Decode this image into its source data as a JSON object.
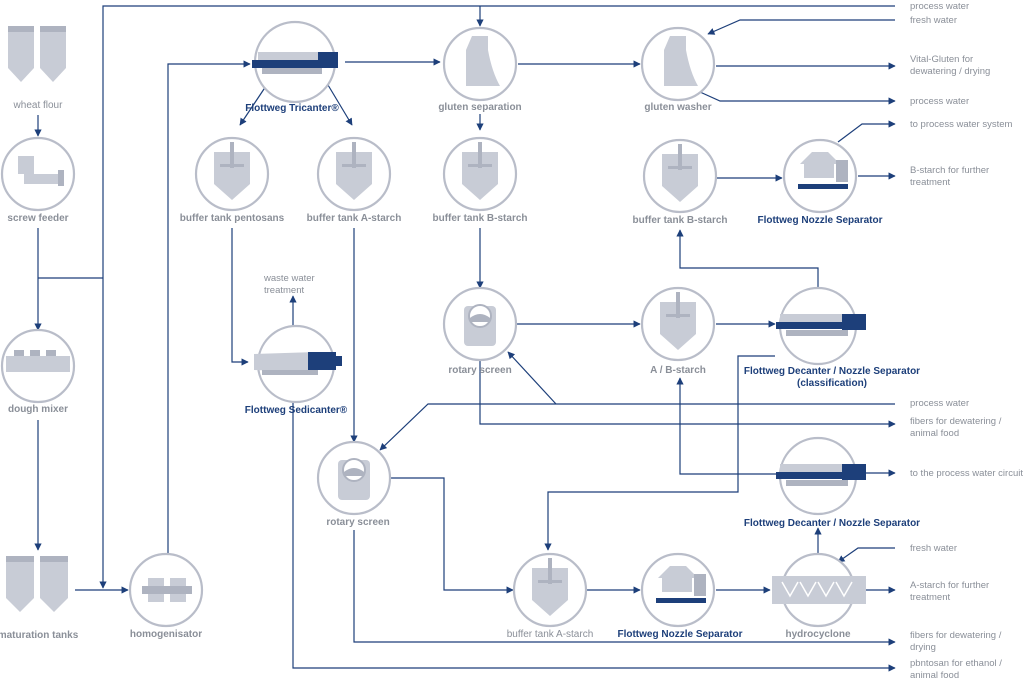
{
  "colors": {
    "flow_line": "#1d3f7a",
    "ring": "#b9bdc9",
    "equipment": "#c8ccd6",
    "flottweg_label": "#1d3f7a",
    "label": "#8a8f98"
  },
  "nodes": {
    "wheat_flour": "wheat flour",
    "screw_feeder": "screw feeder",
    "dough_mixer": "dough mixer",
    "maturation_tanks": "maturation tanks",
    "homogenisator": "homogenisator",
    "tricanter": "Flottweg Tricanter®",
    "buffer_pentosans": "buffer tank pentosans",
    "buffer_a_starch_top": "buffer tank A-starch",
    "gluten_separation": "gluten separation",
    "buffer_b_starch_mid": "buffer tank B-starch",
    "gluten_washer": "gluten washer",
    "buffer_b_starch_right": "buffer tank B-starch",
    "nozzle_sep_top": "Flottweg Nozzle Separator",
    "sedicanter": "Flottweg Sedicanter®",
    "waste_water": [
      "waste water",
      "treatment"
    ],
    "rotary_screen_mid": "rotary screen",
    "ab_starch": "A / B-starch",
    "decanter_classification": [
      "Flottweg Decanter / Nozzle Separator",
      "(classification)"
    ],
    "rotary_screen_low": "rotary screen",
    "decanter_low": "Flottweg Decanter / Nozzle Separator",
    "buffer_a_starch_low": "buffer tank A-starch",
    "nozzle_sep_low": "Flottweg Nozzle Separator",
    "hydrocyclone": "hydrocyclone"
  },
  "outputs": {
    "process_water_top": "process water",
    "fresh_water_top": "fresh water",
    "vital_gluten": [
      "Vital-Gluten for",
      "dewatering / drying"
    ],
    "process_water_washer": "process water",
    "to_process_water_system": "to process water system",
    "b_starch_further": [
      "B-starch for further",
      "treatment"
    ],
    "process_water_mid": "process water",
    "fibers_animal_food": [
      "fibers for dewatering /",
      "animal food"
    ],
    "process_water_circuit": "to the process water circuit",
    "fresh_water_low": "fresh water",
    "a_starch_further": [
      "A-starch for further",
      "treatment"
    ],
    "fibers_drying": [
      "fibers for dewatering /",
      "drying"
    ],
    "pentosan_ethanol": [
      "pbntosan for ethanol /",
      "animal food"
    ]
  }
}
